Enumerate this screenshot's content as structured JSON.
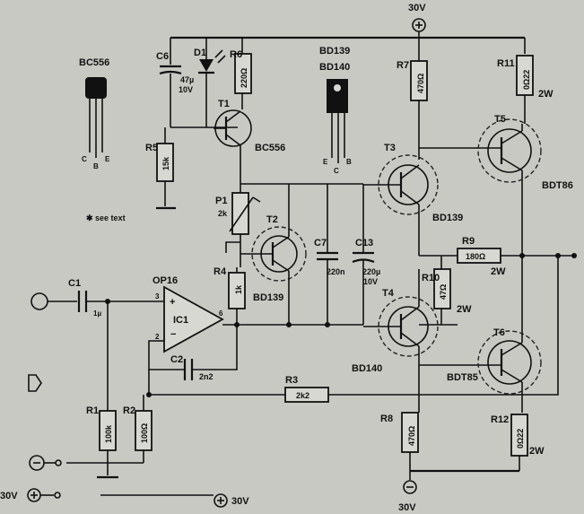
{
  "labels": {
    "top_supply": "30V",
    "bottom_supply": "30V",
    "left_supply": "30V",
    "right_supply": "30V",
    "c6": "C6",
    "c6_val1": "47µ",
    "c6_val2": "10V",
    "d1": "D1",
    "r6": "R6",
    "r6_val": "220Ω",
    "bd139_pkg": "BD139",
    "bd140_pkg": "BD140",
    "pkg_pins_ebc": "E",
    "pkg_pin_c": "C",
    "pkg_pin_b": "B",
    "r7": "R7",
    "r7_val": "470Ω",
    "r11": "R11",
    "r11_val": "0Ω22",
    "r11_w": "2W",
    "bc556_pkg": "BC556",
    "bc556_c": "C",
    "bc556_b": "B",
    "bc556_e": "E",
    "see_text": "✱ see text",
    "t1": "T1",
    "t1_type": "BC556",
    "r5": "R5",
    "r5_val": "15k",
    "t3": "T3",
    "t3_type": "BD139",
    "t5": "T5",
    "t5_type": "BDT86",
    "p1": "P1",
    "p1_val": "2k",
    "t2": "T2",
    "t2_type": "BD139",
    "c7": "C7",
    "c7_val": "220n",
    "c13": "C13",
    "c13_val1": "220µ",
    "c13_val2": "10V",
    "r9": "R9",
    "r9_val": "180Ω",
    "r9_w": "2W",
    "r10": "R10",
    "r10_val": "47Ω",
    "r10_w": "2W",
    "c1": "C1",
    "c1_val": "1µ",
    "op16": "OP16",
    "ic1": "IC1",
    "pin3": "3",
    "pin2": "2",
    "pin6": "6",
    "r4": "R4",
    "r4_val": "1k",
    "t4": "T4",
    "t4_type": "BD140",
    "c2": "C2",
    "c2_val": "2n2",
    "t6": "T6",
    "t6_type": "BDT85",
    "r3": "R3",
    "r3_val": "2k2",
    "r1": "R1",
    "r1_val": "100k",
    "r2": "R2",
    "r2_val": "100Ω",
    "r8": "R8",
    "r8_val": "470Ω",
    "r12": "R12",
    "r12_val": "0Ω22",
    "r12_w": "2W"
  }
}
